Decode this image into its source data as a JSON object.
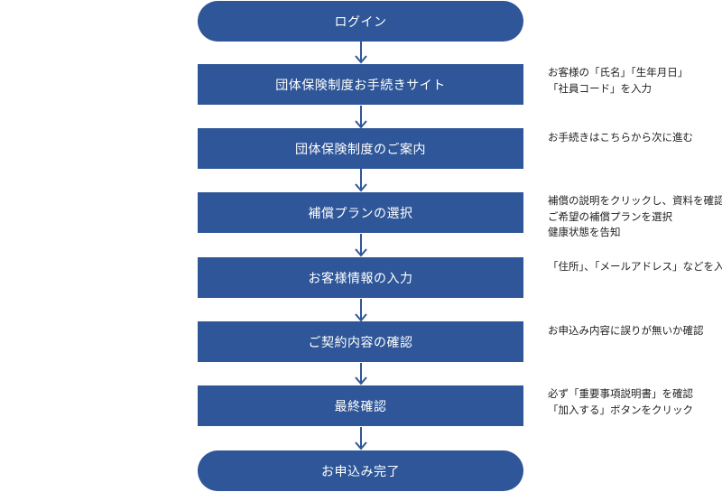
{
  "colors": {
    "box": "#2e5698",
    "box_text": "#ffffff",
    "arrow": "#2e5698",
    "note_text": "#222222"
  },
  "steps": [
    {
      "label": "ログイン",
      "notes": []
    },
    {
      "label": "団体保険制度お手続きサイト",
      "notes": [
        "お客様の「氏名」「生年月日」",
        "「社員コード」を入力"
      ]
    },
    {
      "label": "団体保険制度のご案内",
      "notes": [
        "お手続きはこちらから次に進む"
      ]
    },
    {
      "label": "補償プランの選択",
      "notes": [
        "補償の説明をクリックし、資料を確認",
        "ご希望の補償プランを選択",
        "健康状態を告知"
      ]
    },
    {
      "label": "お客様情報の入力",
      "notes": [
        "「住所」、「メールアドレス」などを入力"
      ]
    },
    {
      "label": "ご契約内容の確認",
      "notes": [
        "お申込み内容に誤りが無いか確認"
      ]
    },
    {
      "label": "最終確認",
      "notes": [
        "必ず「重要事項説明書」を確認",
        "「加入する」ボタンをクリック"
      ]
    },
    {
      "label": "お申込み完了",
      "notes": []
    }
  ]
}
